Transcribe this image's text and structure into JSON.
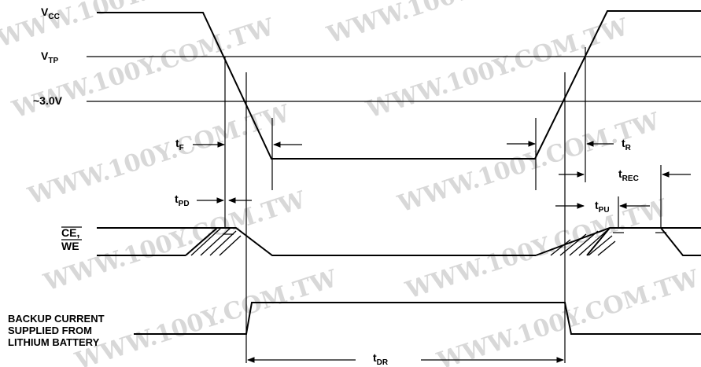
{
  "watermark": "WWW.100Y.COM.TW",
  "levels": {
    "vcc": {
      "main": "V",
      "sub": "CC"
    },
    "vtp": {
      "main": "V",
      "sub": "TP"
    },
    "minus3": "~3.0V"
  },
  "timing": {
    "tf": {
      "main": "t",
      "sub": "F"
    },
    "tr": {
      "main": "t",
      "sub": "R"
    },
    "tpd": {
      "main": "t",
      "sub": "PD"
    },
    "tpu": {
      "main": "t",
      "sub": "PU"
    },
    "trec": {
      "main": "t",
      "sub": "REC"
    },
    "tdr": {
      "main": "t",
      "sub": "DR"
    }
  },
  "signals": {
    "ce_line1": "CE,",
    "ce_line2": "WE",
    "backup_line1": "BACKUP CURRENT",
    "backup_line2": "SUPPLIED FROM",
    "backup_line3": "LITHIUM BATTERY"
  }
}
